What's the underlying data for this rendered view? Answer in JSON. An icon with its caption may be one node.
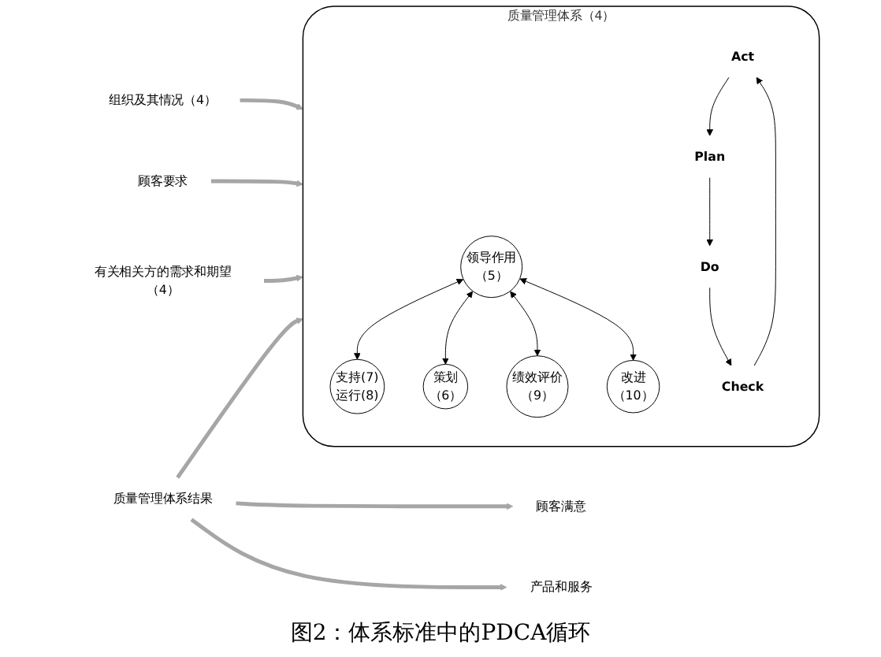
{
  "diagram": {
    "caption": "图2：体系标准中的PDCA循环",
    "nodes": [
      {
        "text": [
          "质量管理体系（4）"
        ]
      },
      {
        "text": [
          "组织及其情况（4）"
        ]
      },
      {
        "text": [
          "支持(7)",
          "运行(8)"
        ],
        "in": 0
      },
      {
        "text": [
          "Plan"
        ],
        "in": 0
      },
      {
        "text": [
          "Do"
        ],
        "in": 0
      },
      {
        "text": [
          "顾客满意"
        ]
      },
      {
        "text": [
          "策划",
          "（6）"
        ],
        "in": 0
      },
      {
        "text": [
          "领导作用",
          "（5）"
        ],
        "in": 0
      },
      {
        "text": [
          "绩效评价",
          "（9）"
        ],
        "in": 0
      },
      {
        "text": [
          "顾客要求"
        ]
      },
      {
        "text": [
          "质量管理体系结果"
        ]
      },
      {
        "text": [
          "产品和服务"
        ]
      },
      {
        "text": [
          "Act"
        ],
        "in": 0
      },
      {
        "text": [
          "Check"
        ],
        "in": 0
      },
      {
        "text": [
          "有关相关方的需求和期望（4）"
        ]
      },
      {
        "text": [
          "改进",
          "（10）"
        ],
        "in": 0
      }
    ],
    "edges": [
      {
        "from": 1,
        "to": 0,
        "arrow": "to",
        "style": "thick",
        "color": "#a6a6a6"
      },
      {
        "from": 9,
        "to": 0,
        "arrow": "to",
        "style": "thick",
        "color": "#a6a6a6"
      },
      {
        "from": 14,
        "to": 0,
        "arrow": "to",
        "style": "thick",
        "color": "#a6a6a6"
      },
      {
        "from": 10,
        "to": 0,
        "arrow": "to",
        "style": "thick",
        "color": "#a6a6a6"
      },
      {
        "from": 10,
        "to": 5,
        "arrow": "to",
        "style": "thick",
        "color": "#a6a6a6"
      },
      {
        "from": 10,
        "to": 11,
        "arrow": "to",
        "style": "thick",
        "color": "#a6a6a6"
      },
      {
        "from": 7,
        "to": 2,
        "arrow": "both"
      },
      {
        "from": 7,
        "to": 6,
        "arrow": "both"
      },
      {
        "from": 7,
        "to": 8,
        "arrow": "both"
      },
      {
        "from": 7,
        "to": 15,
        "arrow": "both"
      },
      {
        "from": 12,
        "to": 3,
        "arrow": "to"
      },
      {
        "from": 3,
        "to": 4,
        "arrow": "to"
      },
      {
        "from": 4,
        "to": 13,
        "arrow": "to"
      },
      {
        "from": 13,
        "to": 12,
        "arrow": "to"
      }
    ]
  }
}
